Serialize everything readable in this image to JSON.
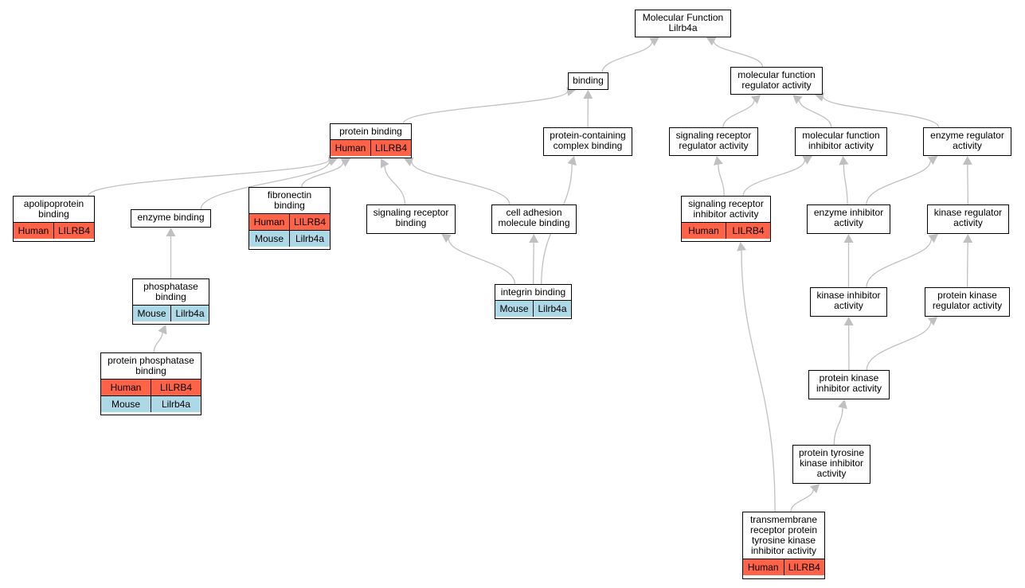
{
  "colors": {
    "human": "#ff6347",
    "mouse": "#add8e6",
    "edge": "#c0c0c0"
  },
  "nodes": [
    {
      "id": "mf",
      "name": "node-molecular-function-root",
      "label": "Molecular Function\nLilrb4a",
      "rows": []
    },
    {
      "id": "bind",
      "name": "node-binding",
      "label": "binding",
      "rows": []
    },
    {
      "id": "mfra",
      "name": "node-molecular-function-regulator-activity",
      "label": "molecular function\nregulator activity",
      "rows": []
    },
    {
      "id": "pb",
      "name": "node-protein-binding",
      "label": "protein binding",
      "rows": [
        {
          "species": "Human",
          "gene": "LILRB4",
          "type": "human"
        }
      ]
    },
    {
      "id": "pcb",
      "name": "node-protein-containing-complex-binding",
      "label": "protein-containing\ncomplex binding",
      "rows": []
    },
    {
      "id": "srra",
      "name": "node-signaling-receptor-regulator-activity",
      "label": "signaling receptor\nregulator activity",
      "rows": []
    },
    {
      "id": "mfia",
      "name": "node-molecular-function-inhibitor-activity",
      "label": "molecular function\ninhibitor activity",
      "rows": []
    },
    {
      "id": "era",
      "name": "node-enzyme-regulator-activity",
      "label": "enzyme regulator\nactivity",
      "rows": []
    },
    {
      "id": "apo",
      "name": "node-apolipoprotein-binding",
      "label": "apolipoprotein\nbinding",
      "rows": [
        {
          "species": "Human",
          "gene": "LILRB4",
          "type": "human"
        }
      ]
    },
    {
      "id": "eb",
      "name": "node-enzyme-binding",
      "label": "enzyme binding",
      "rows": []
    },
    {
      "id": "fb",
      "name": "node-fibronectin-binding",
      "label": "fibronectin\nbinding",
      "rows": [
        {
          "species": "Human",
          "gene": "LILRB4",
          "type": "human"
        },
        {
          "species": "Mouse",
          "gene": "Lilrb4a",
          "type": "mouse"
        }
      ]
    },
    {
      "id": "srb",
      "name": "node-signaling-receptor-binding",
      "label": "signaling receptor\nbinding",
      "rows": []
    },
    {
      "id": "camb",
      "name": "node-cell-adhesion-molecule-binding",
      "label": "cell adhesion\nmolecule binding",
      "rows": []
    },
    {
      "id": "sria",
      "name": "node-signaling-receptor-inhibitor-activity",
      "label": "signaling receptor\ninhibitor activity",
      "rows": [
        {
          "species": "Human",
          "gene": "LILRB4",
          "type": "human"
        }
      ]
    },
    {
      "id": "eia",
      "name": "node-enzyme-inhibitor-activity",
      "label": "enzyme inhibitor\nactivity",
      "rows": []
    },
    {
      "id": "kra",
      "name": "node-kinase-regulator-activity",
      "label": "kinase regulator\nactivity",
      "rows": []
    },
    {
      "id": "phb",
      "name": "node-phosphatase-binding",
      "label": "phosphatase\nbinding",
      "rows": [
        {
          "species": "Mouse",
          "gene": "Lilrb4a",
          "type": "mouse"
        }
      ]
    },
    {
      "id": "ib",
      "name": "node-integrin-binding",
      "label": "integrin binding",
      "rows": [
        {
          "species": "Mouse",
          "gene": "Lilrb4a",
          "type": "mouse"
        }
      ]
    },
    {
      "id": "kia",
      "name": "node-kinase-inhibitor-activity",
      "label": "kinase inhibitor\nactivity",
      "rows": []
    },
    {
      "id": "pkra",
      "name": "node-protein-kinase-regulator-activity",
      "label": "protein kinase\nregulator activity",
      "rows": []
    },
    {
      "id": "ppb",
      "name": "node-protein-phosphatase-binding",
      "label": "protein phosphatase\nbinding",
      "rows": [
        {
          "species": "Human",
          "gene": "LILRB4",
          "type": "human"
        },
        {
          "species": "Mouse",
          "gene": "Lilrb4a",
          "type": "mouse"
        }
      ]
    },
    {
      "id": "pkia",
      "name": "node-protein-kinase-inhibitor-activity",
      "label": "protein kinase\ninhibitor activity",
      "rows": []
    },
    {
      "id": "ptkia",
      "name": "node-protein-tyrosine-kinase-inhibitor-activity",
      "label": "protein tyrosine\nkinase inhibitor\nactivity",
      "rows": []
    },
    {
      "id": "tmrtkia",
      "name": "node-transmembrane-receptor-protein-tyrosine-kinase-inhibitor-activity",
      "label": "transmembrane\nreceptor protein\ntyrosine kinase\ninhibitor activity",
      "rows": [
        {
          "species": "Human",
          "gene": "LILRB4",
          "type": "human"
        }
      ]
    }
  ],
  "edges": [
    {
      "from": "bind",
      "to": "mf"
    },
    {
      "from": "mfra",
      "to": "mf"
    },
    {
      "from": "pb",
      "to": "bind"
    },
    {
      "from": "pcb",
      "to": "bind"
    },
    {
      "from": "srra",
      "to": "mfra"
    },
    {
      "from": "mfia",
      "to": "mfra"
    },
    {
      "from": "era",
      "to": "mfra"
    },
    {
      "from": "apo",
      "to": "pb"
    },
    {
      "from": "eb",
      "to": "pb"
    },
    {
      "from": "fb",
      "to": "pb"
    },
    {
      "from": "srb",
      "to": "pb"
    },
    {
      "from": "camb",
      "to": "pb"
    },
    {
      "from": "sria",
      "to": "srra"
    },
    {
      "from": "sria",
      "to": "mfia"
    },
    {
      "from": "eia",
      "to": "mfia"
    },
    {
      "from": "eia",
      "to": "era"
    },
    {
      "from": "kra",
      "to": "era"
    },
    {
      "from": "phb",
      "to": "eb"
    },
    {
      "from": "ib",
      "to": "srb"
    },
    {
      "from": "ib",
      "to": "camb"
    },
    {
      "from": "ib",
      "to": "pcb"
    },
    {
      "from": "kia",
      "to": "eia"
    },
    {
      "from": "kia",
      "to": "kra"
    },
    {
      "from": "pkra",
      "to": "kra"
    },
    {
      "from": "ppb",
      "to": "phb"
    },
    {
      "from": "pkia",
      "to": "kia"
    },
    {
      "from": "pkia",
      "to": "pkra"
    },
    {
      "from": "ptkia",
      "to": "pkia"
    },
    {
      "from": "tmrtkia",
      "to": "ptkia"
    },
    {
      "from": "tmrtkia",
      "to": "sria"
    }
  ]
}
